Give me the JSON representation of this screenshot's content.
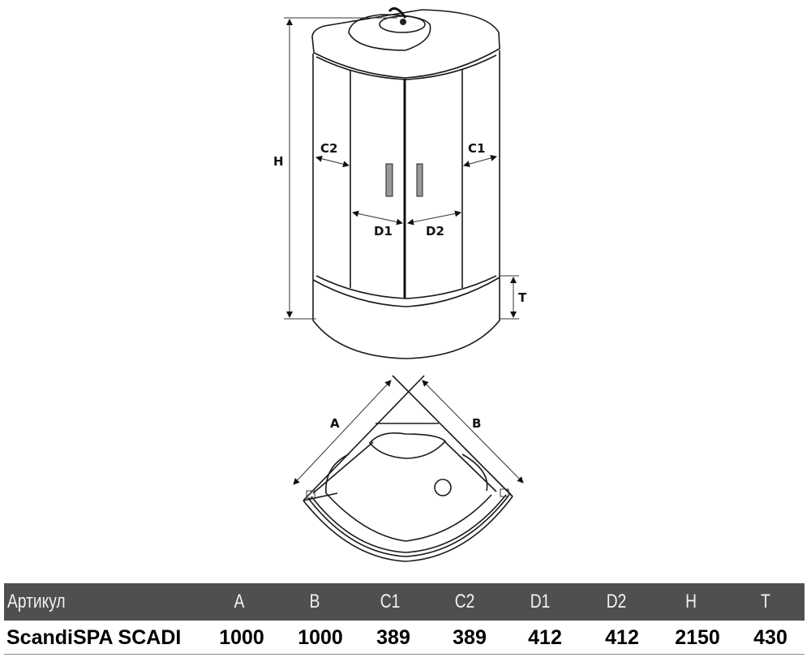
{
  "diagram": {
    "front_labels": {
      "H": "H",
      "C2": "C2",
      "C1": "C1",
      "D1": "D1",
      "D2": "D2",
      "T": "T"
    },
    "top_labels": {
      "A": "A",
      "B": "B"
    }
  },
  "table": {
    "header_color": "#4f4f4f",
    "columns": [
      "Артикул",
      "A",
      "B",
      "C1",
      "C2",
      "D1",
      "D2",
      "H",
      "T"
    ],
    "rows": [
      [
        "ScandiSPA SCADI",
        "1000",
        "1000",
        "389",
        "389",
        "412",
        "412",
        "2150",
        "430"
      ]
    ]
  }
}
